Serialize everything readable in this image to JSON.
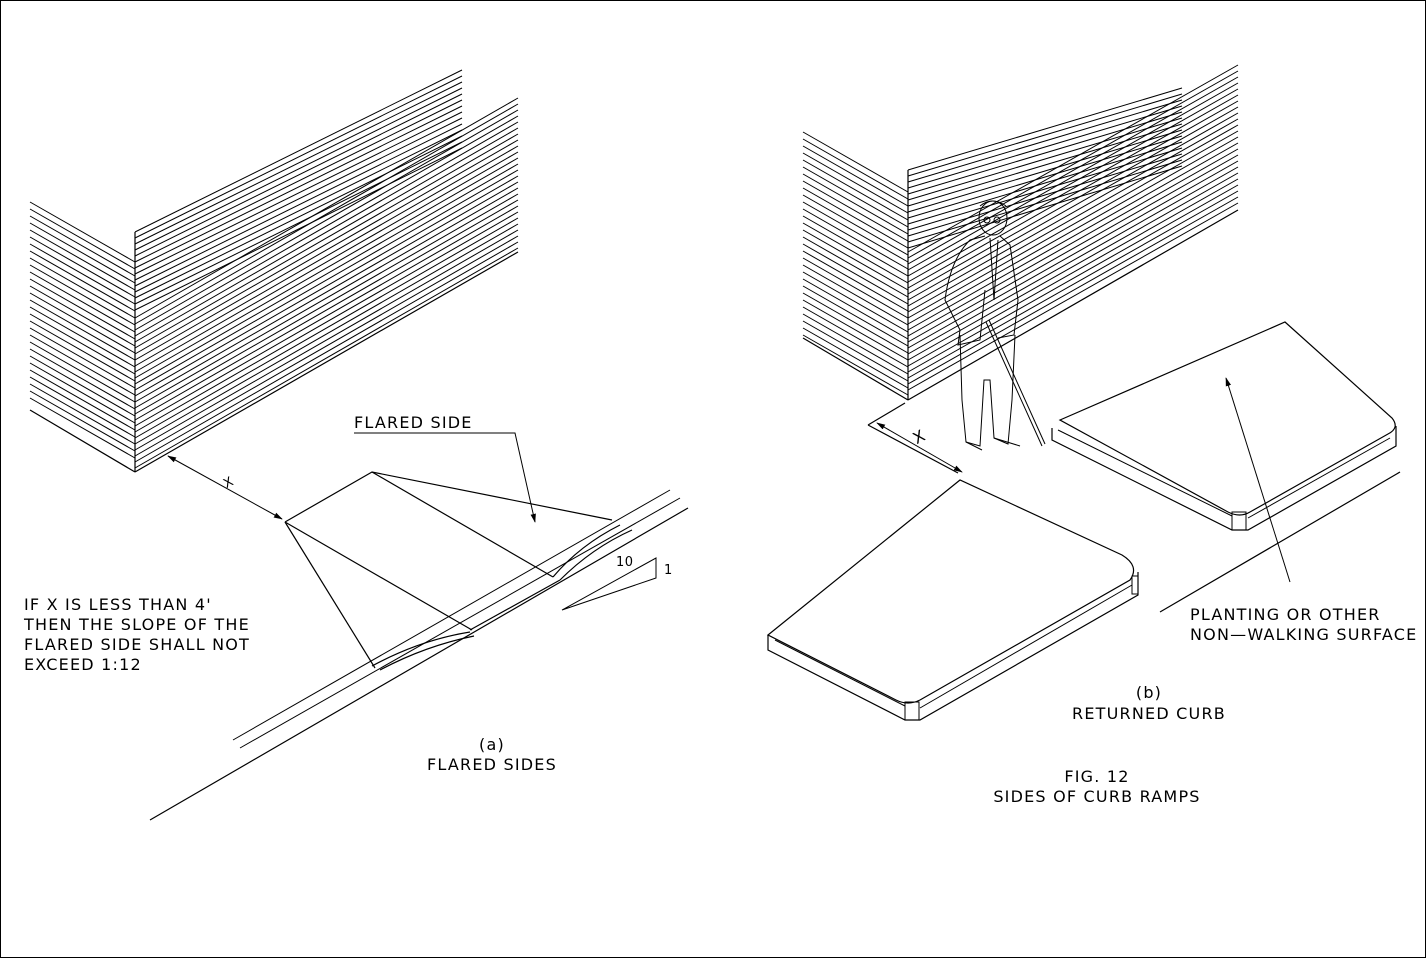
{
  "figure": {
    "number": "FIG. 12",
    "title": "SIDES OF CURB RAMPS"
  },
  "panel_a": {
    "letter": "(a)",
    "caption": "FLARED SIDES",
    "callout": "FLARED SIDE",
    "dim_label": "X",
    "slope_run": "10",
    "slope_rise": "1",
    "note": [
      "IF   X IS LESS THAN 4'",
      "THEN THE SLOPE OF THE",
      "FLARED SIDE SHALL NOT",
      "EXCEED 1:12"
    ]
  },
  "panel_b": {
    "letter": "(b)",
    "caption": "RETURNED CURB",
    "dim_label": "X",
    "callout": [
      "PLANTING OR OTHER",
      "NON—WALKING SURFACE"
    ]
  },
  "colors": {
    "ink": "#000000",
    "paper": "#ffffff"
  }
}
